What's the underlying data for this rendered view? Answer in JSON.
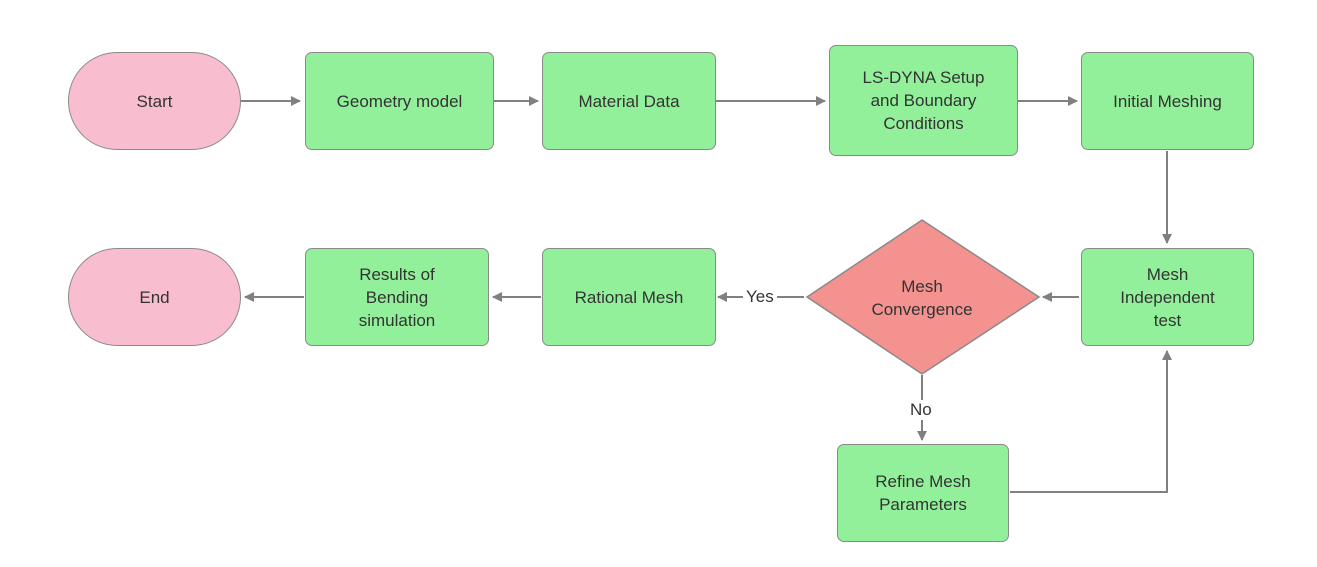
{
  "nodes": {
    "start": "Start",
    "geometry": "Geometry model",
    "material": "Material Data",
    "lsdyna": "LS-DYNA Setup\nand Boundary\nConditions",
    "initial_meshing": "Initial Meshing",
    "mesh_independent": "Mesh\nIndependent\ntest",
    "mesh_convergence": "Mesh\nConvergence",
    "rational_mesh": "Rational Mesh",
    "results": "Results of\nBending\nsimulation",
    "end": "End",
    "refine": "Refine Mesh\nParameters"
  },
  "edges": {
    "yes": "Yes",
    "no": "No"
  },
  "colors": {
    "process_fill": "#92f09a",
    "terminal_fill": "#f9bdd0",
    "decision_fill": "#f3928f",
    "stroke": "#8a8a8a",
    "arrow": "#808080"
  }
}
